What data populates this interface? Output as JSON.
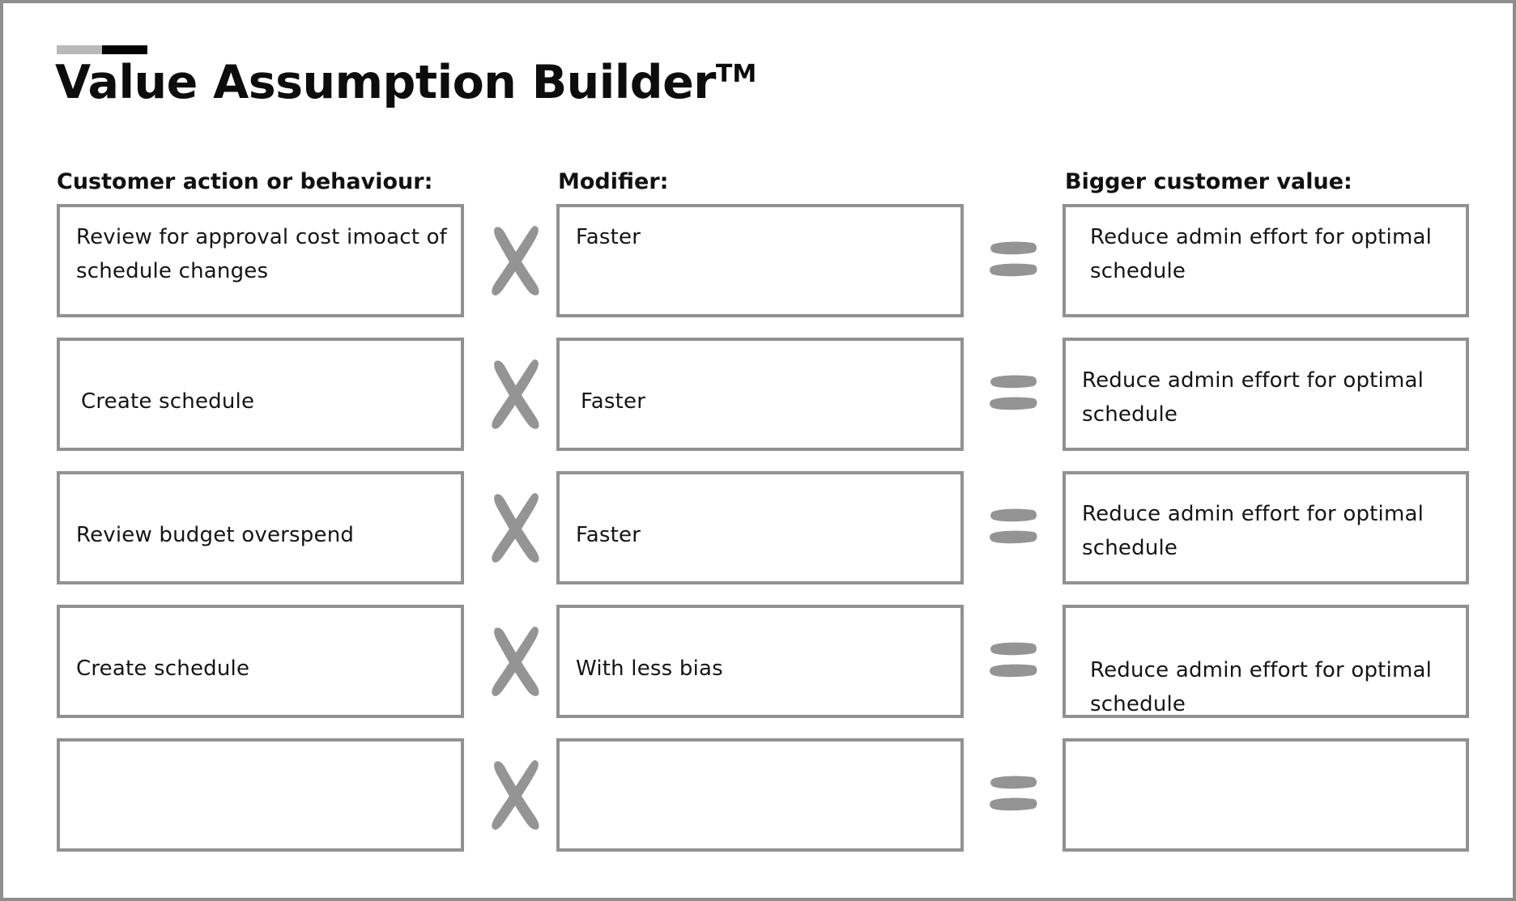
{
  "document": {
    "title": "Value Assumption Builder",
    "title_suffix": "TM",
    "brand_bar": {
      "left_color": "#b9b9b9",
      "right_color": "#000000"
    },
    "border_color": "#8e8e8e",
    "cell_border_color": "#919191",
    "operator_color": "#949494"
  },
  "columns": {
    "action_header": "Customer action or behaviour:",
    "modifier_header": "Modifier:",
    "value_header": "Bigger customer value:"
  },
  "operators": {
    "times": "x",
    "equals": "="
  },
  "rows": [
    {
      "action": "Review for approval cost imoact of schedule changes",
      "modifier": "Faster",
      "value": "Reduce admin effort for optimal schedule"
    },
    {
      "action": "Create schedule",
      "modifier": "Faster",
      "value": "Reduce admin effort for optimal schedule"
    },
    {
      "action": "Review budget overspend",
      "modifier": "Faster",
      "value": "Reduce admin effort for optimal schedule"
    },
    {
      "action": "Create schedule",
      "modifier": "With less bias",
      "value": "Reduce admin effort for optimal schedule"
    },
    {
      "action": "",
      "modifier": "",
      "value": ""
    }
  ]
}
